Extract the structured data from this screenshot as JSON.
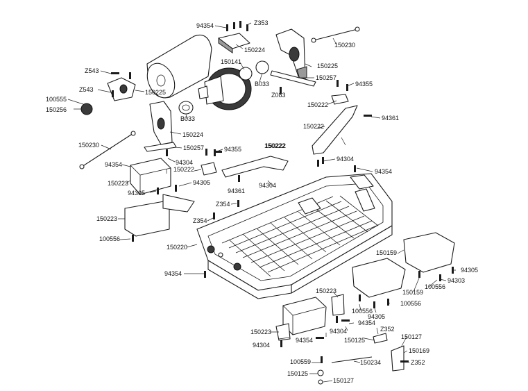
{
  "part_labels": [
    "94354",
    "Z353",
    "150224",
    "150230",
    "150141",
    "150225",
    "B033",
    "150257",
    "Z083",
    "94355",
    "Z543",
    "Z543",
    "150225",
    "100555",
    "150256",
    "B033",
    "150222",
    "94361",
    "150222",
    "150224",
    "150230",
    "150257",
    "94355",
    "94304",
    "150222",
    "94354",
    "150222",
    "150223",
    "150222",
    "94304",
    "94361",
    "94304",
    "94354",
    "94305",
    "94305",
    "Z354",
    "150223",
    "Z354",
    "100556",
    "150220",
    "150159",
    "94305",
    "150159",
    "100556",
    "94303",
    "94354",
    "150223",
    "100556",
    "100556",
    "94305",
    "94354",
    "150223",
    "94304",
    "94354",
    "94304",
    "Z352",
    "150125",
    "150127",
    "150169",
    "100559",
    "150234",
    "Z352",
    "150125",
    "150127"
  ]
}
